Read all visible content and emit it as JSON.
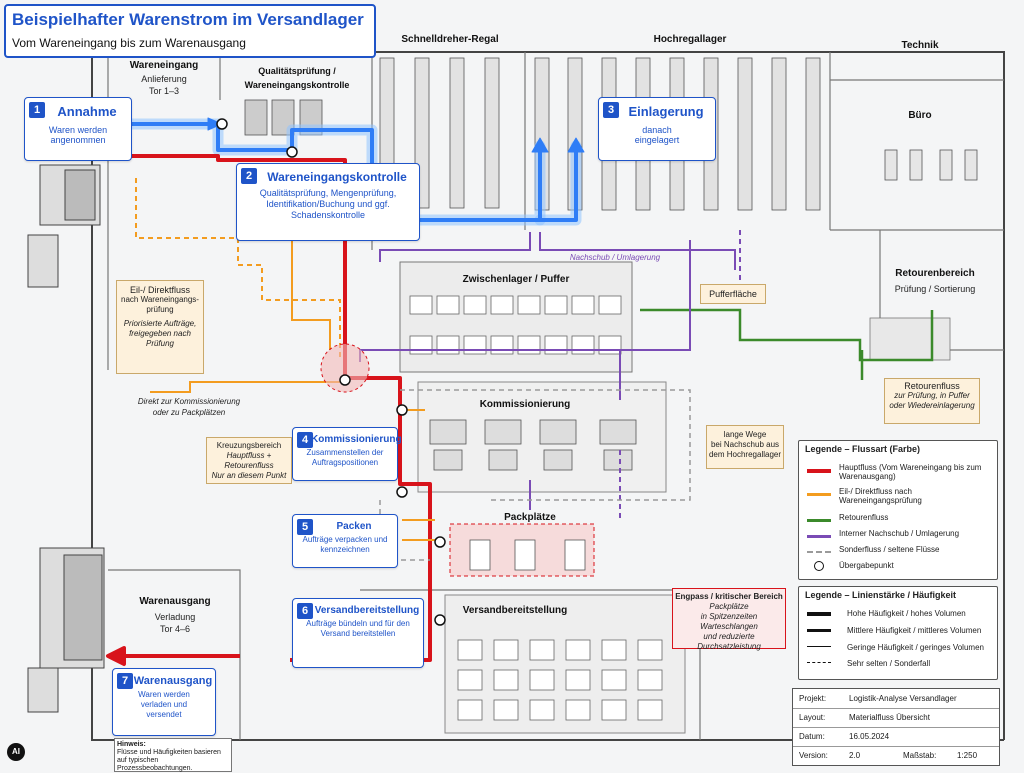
{
  "header": {
    "title": "Beispielhafter Warenstrom im Versandlager",
    "subtitle": "Vom Wareneingang bis zum Warenausgang"
  },
  "zones": {
    "wareneingang": {
      "title": "Wareneingang",
      "sub1": "Anlieferung",
      "sub2": "Tor 1–3"
    },
    "qualitaet": {
      "title": "Qualitätsprüfung /",
      "title2": "Wareneingangskontrolle"
    },
    "schnelldreher": {
      "title": "Schnelldreher-Regal"
    },
    "hochregal": {
      "title": "Hochregallager"
    },
    "technik": {
      "title": "Technik"
    },
    "buero": {
      "title": "Büro"
    },
    "puffer": {
      "title": "Zwischenlager / Puffer"
    },
    "retouren": {
      "title": "Retourenbereich",
      "sub": "Prüfung / Sortierung"
    },
    "kommissionierung": {
      "title": "Kommissionierung"
    },
    "packplaetze": {
      "title": "Packplätze"
    },
    "versandbereit": {
      "title": "Versandbereitstellung"
    },
    "warenausgang": {
      "title": "Warenausgang",
      "sub1": "Verladung",
      "sub2": "Tor 4–6"
    }
  },
  "steps": [
    {
      "num": "1",
      "title": "Annahme",
      "desc": "Waren werden angenommen"
    },
    {
      "num": "2",
      "title": "Wareneingangskontrolle",
      "desc": "Qualitätsprüfung, Mengenprüfung, Identifikation/Buchung und ggf. Schadenskontrolle"
    },
    {
      "num": "3",
      "title": "Einlagerung",
      "desc": "danach eingelagert"
    },
    {
      "num": "4",
      "title": "Kommissionierung",
      "desc": "Zusammenstellen der Auftragspositionen"
    },
    {
      "num": "5",
      "title": "Packen",
      "desc": "Aufträge verpacken und kennzeichnen"
    },
    {
      "num": "6",
      "title": "Versandbereitstellung",
      "desc": "Aufträge bündeln und für den Versand bereitstellen"
    },
    {
      "num": "7",
      "title": "Warenausgang",
      "desc": "Waren werden verladen und versendet"
    }
  ],
  "notes": {
    "eil": {
      "title": "Eil-/ Direktfluss",
      "line2": "nach Wareneingangs-",
      "line3": "prüfung",
      "line4": "Priorisierte Aufträge,",
      "line5": "freigegeben nach",
      "line6": "Prüfung"
    },
    "direkt": {
      "line1": "Direkt zur Kommissionierung",
      "line2": "oder zu Packplätzen"
    },
    "kreuzung": {
      "title": "Kreuzungsbereich",
      "line2": "Hauptfluss + Retourenfluss",
      "line3": "Nur an diesem Punkt"
    },
    "nachschub": "Nachschub / Umlagerung",
    "pufferflaeche": "Pufferfläche",
    "retourenfluss": {
      "title": "Retourenfluss",
      "line2": "zur Prüfung, in Puffer",
      "line3": "oder Wiedereinlagerung"
    },
    "langewege": {
      "line1": "lange Wege",
      "line2": "bei Nachschub aus",
      "line3": "dem Hochregallager"
    },
    "engpass": {
      "title": "Engpass / kritischer Bereich",
      "line2": "Packplätze",
      "line3": "in Spitzenzeiten Warteschlangen",
      "line4": "und reduzierte Durchsatzleistung"
    }
  },
  "legend_color": {
    "title": "Legende – Flussart (Farbe)",
    "items": [
      {
        "label": "Hauptfluss (Vom Wareneingang bis zum Warenausgang)",
        "color": "#d8131b",
        "style": "solid"
      },
      {
        "label": "Eil-/ Direktfluss nach Wareneingangsprüfung",
        "color": "#f39c1f",
        "style": "solid"
      },
      {
        "label": "Retourenfluss",
        "color": "#3b8a2b",
        "style": "solid"
      },
      {
        "label": "Interner Nachschub / Umlagerung",
        "color": "#7a4bb5",
        "style": "solid"
      },
      {
        "label": "Sonderfluss / seltene Flüsse",
        "color": "#9a9a9a",
        "style": "dashed"
      },
      {
        "label": "Übergabepunkt",
        "color": "#111111",
        "style": "circle"
      }
    ]
  },
  "legend_width": {
    "title": "Legende – Linienstärke / Häufigkeit",
    "items": [
      {
        "label": "Hohe Häufigkeit / hohes Volumen",
        "weight": 4
      },
      {
        "label": "Mittlere Häufigkeit / mittleres Volumen",
        "weight": 3
      },
      {
        "label": "Geringe Häufigkeit / geringes Volumen",
        "weight": 1.5
      },
      {
        "label": "Sehr selten / Sonderfall",
        "weight": 1
      }
    ]
  },
  "project": {
    "rows": [
      {
        "k": "Projekt:",
        "v": "Logistik-Analyse Versandlager"
      },
      {
        "k": "Layout:",
        "v": "Materialfluss Übersicht"
      },
      {
        "k": "Datum:",
        "v": "16.05.2024"
      },
      {
        "k": "Version:",
        "v": "2.0"
      }
    ],
    "scale_label": "Maßstab:",
    "scale_value": "1:250"
  },
  "hint": {
    "title": "Hinweis:",
    "text": "Flüsse und Häufigkeiten basieren auf typischen Prozessbeobachtungen."
  },
  "ai_badge": "AI",
  "colors": {
    "main": "#d8131b",
    "eil": "#f39c1f",
    "retour": "#3b8a2b",
    "intern": "#7a4bb5",
    "special": "#9a9a9a",
    "blue": "#1f54c8",
    "glow": "#2f7df6"
  }
}
